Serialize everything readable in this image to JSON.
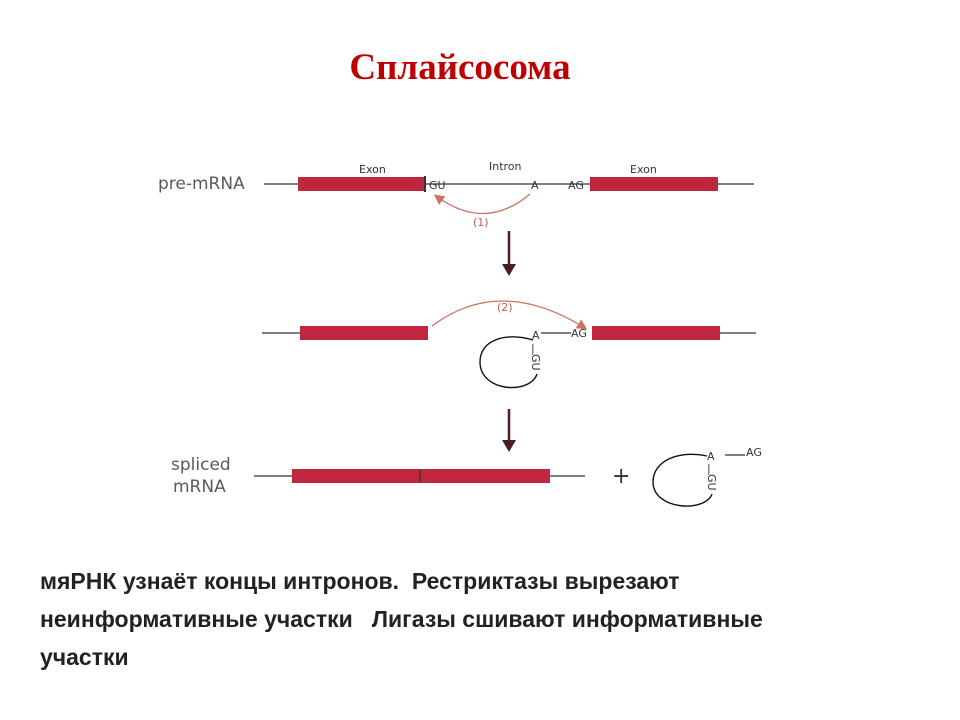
{
  "title": "Сплайсосома",
  "diagram": {
    "premrna_label": "pre-mRNA",
    "exon_label_1": "Exon",
    "intron_label": "Intron",
    "exon_label_2": "Exon",
    "gu": "GU",
    "a": "A",
    "ag": "AG",
    "step1": "(1)",
    "step2": "(2)",
    "spliced_label_line1": "spliced",
    "spliced_label_line2": "mRNA",
    "plus": "+",
    "colors": {
      "exon": "#c0263d",
      "arrow": "#4a1e24",
      "curve": "#d07060"
    }
  },
  "caption": {
    "line1": "мяРНК узнаёт концы интронов.  Рестриктазы вырезают",
    "line2": "неинформативные участки   Лигазы сшивают информативные",
    "line3": "участки"
  }
}
